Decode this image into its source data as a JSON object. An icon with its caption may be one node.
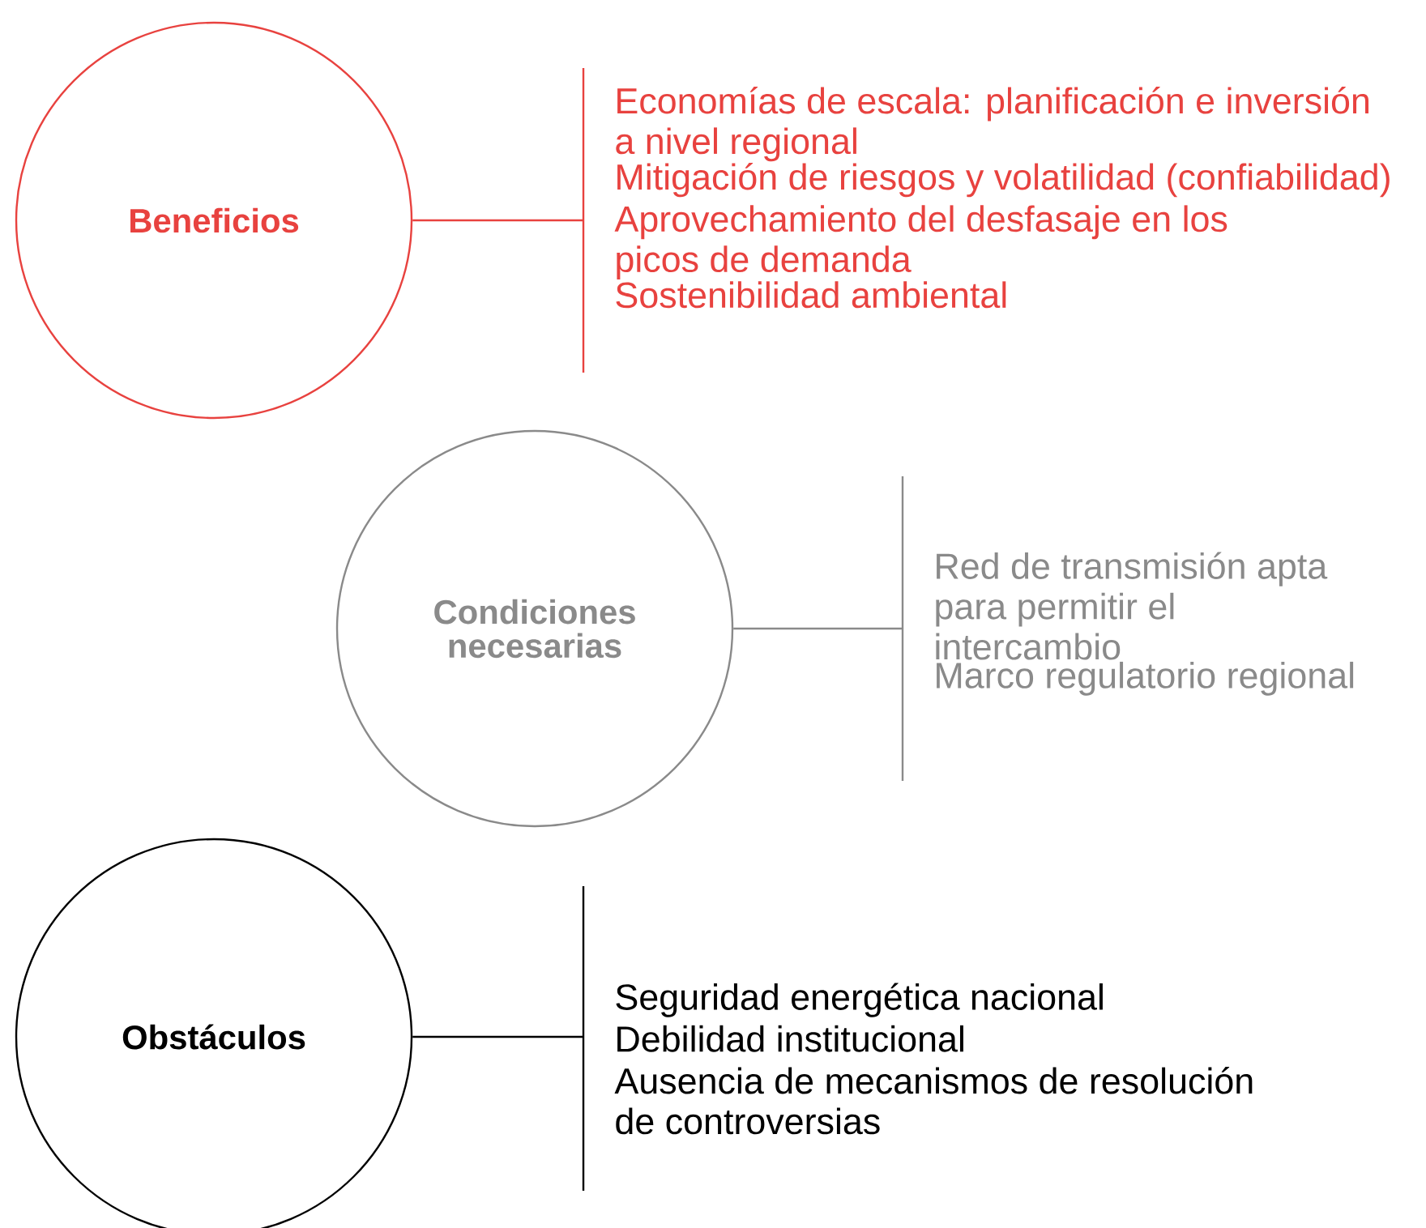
{
  "diagram": {
    "nodes": [
      {
        "text": [
          "Beneficios"
        ]
      },
      {
        "text": [
          "Economías de escala: planificación e inversión a nivel regional",
          "Mitigación de riesgos y volatilidad (confiabilidad)",
          "Aprovechamiento del desfasaje en los picos de demanda",
          "Sostenibilidad ambiental"
        ]
      },
      {
        "text": [
          "Condiciones necesarias"
        ]
      },
      {
        "text": [
          "Red de transmisión apta para permitir el intercambio",
          "Marco regulatorio regional"
        ]
      },
      {
        "text": [
          "Obstáculos"
        ]
      },
      {
        "text": [
          "Seguridad energética nacional",
          "Debilidad institucional",
          "Ausencia de mecanismos de resolución de controversias"
        ]
      }
    ],
    "edges": [
      {
        "from": 0,
        "to": 1,
        "arrow": "none",
        "color": "#e8423f"
      },
      {
        "from": 2,
        "to": 3,
        "arrow": "none",
        "color": "#8a8a8a"
      },
      {
        "from": 4,
        "to": 5,
        "arrow": "none",
        "color": "#000000"
      }
    ]
  }
}
